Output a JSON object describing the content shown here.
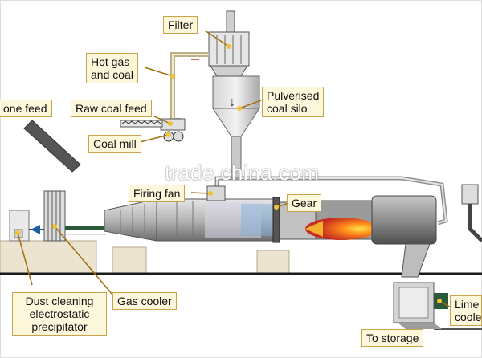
{
  "labels": {
    "filter": "Filter",
    "hot_gas_and_coal": "Hot gas\nand coal",
    "pulverised_coal_silo": "Pulverised\ncoal silo",
    "raw_coal_feed": "Raw coal feed",
    "stone_feed": "one feed",
    "coal_mill": "Coal mill",
    "firing_fan": "Firing fan",
    "gear": "Gear",
    "dust_cleaning": "Dust cleaning\nelectrostatic\nprecipitator",
    "gas_cooler": "Gas cooler",
    "lime_cooler": "Lime\ncoole",
    "to_storage": "To storage"
  },
  "watermark": "trade.china.com",
  "colors": {
    "label_bg": "#fdf7dc",
    "label_border": "#c9a24a",
    "leader": "#a07010",
    "pipe": "#c9b993",
    "flame": "#e8401a",
    "floor": "#1a1a1a"
  }
}
